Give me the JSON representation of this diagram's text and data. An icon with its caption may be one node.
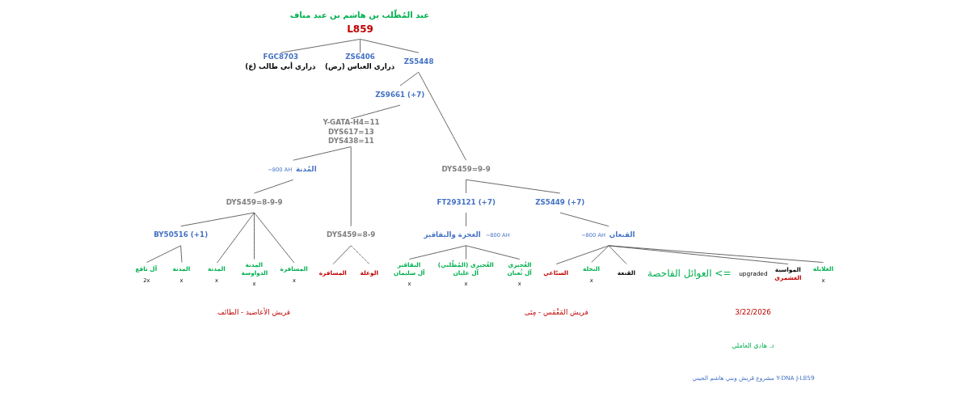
{
  "diagram": {
    "nodes": [
      {
        "text": [
          "L859"
        ],
        "beside": [
          "عبد المُطّلب بن هاشم بن عبد مناف"
        ]
      },
      {
        "text": [
          "FGC8703",
          "ذراري أبي طالب (ع)"
        ]
      },
      {
        "text": [
          "ZS6406",
          "ذراري العباس (رض)"
        ]
      },
      {
        "text": [
          "ZS5448"
        ]
      },
      {
        "text": [
          "DYS459=9-9"
        ]
      },
      {
        "text": [
          "ZS9661 (+7)"
        ]
      },
      {
        "text": [
          "FT293121 (+7)"
        ]
      },
      {
        "text": [
          "ZS5449 (+7)"
        ]
      },
      {
        "text": [
          "Y-GATA-H4=11",
          "DYS617=13",
          "DYS438=11"
        ]
      },
      {
        "text": [
          "المُدنة"
        ],
        "beside": [
          "~800 AH"
        ]
      },
      {
        "text": [
          "DYS459=8-9"
        ]
      },
      {
        "text": [
          "DYS459=8-9-9"
        ]
      },
      {
        "text": [
          "BY50516 (+1)"
        ]
      },
      {
        "text": [
          "الغجرة والبقاقير"
        ],
        "beside": [
          "~800 AH"
        ]
      },
      {
        "text": [
          "القنعان"
        ],
        "beside": [
          "~800 AH"
        ]
      },
      {
        "text": [
          "آل نافع"
        ],
        "beside": [
          "2x"
        ]
      },
      {
        "text": [
          "المدنة"
        ],
        "beside": [
          "x"
        ]
      },
      {
        "text": [
          "المدنة"
        ],
        "beside": [
          "x"
        ]
      },
      {
        "text": [
          "المدنة",
          "الدواوسة"
        ],
        "beside": [
          "x"
        ]
      },
      {
        "text": [
          "المسافرة"
        ],
        "beside": [
          "x"
        ]
      },
      {
        "text": [
          "المسافرة"
        ]
      },
      {
        "text": [
          "الوعلة"
        ]
      },
      {
        "text": [
          "البقاقير",
          "آل سليمان"
        ],
        "beside": [
          "x"
        ]
      },
      {
        "text": [
          "الغُجيري (المُطّلبي)",
          "آل عليان"
        ],
        "beside": [
          "x"
        ]
      },
      {
        "text": [
          "الغُجيري",
          "آل ثُعبان"
        ],
        "beside": [
          "x"
        ]
      },
      {
        "text": [
          "السبّاعي"
        ]
      },
      {
        "text": [
          "النخلة"
        ],
        "beside": [
          "x"
        ]
      },
      {
        "text": [
          "القنعة"
        ]
      },
      {
        "text": [
          "المواسية",
          "الغشمري"
        ]
      },
      {
        "text": [
          "الغلايلة"
        ],
        "beside": [
          "x"
        ]
      }
    ],
    "edges": [
      {
        "from": 0,
        "to": 1,
        "arrow": "none"
      },
      {
        "from": 0,
        "to": 2,
        "arrow": "none"
      },
      {
        "from": 0,
        "to": 3,
        "arrow": "none"
      },
      {
        "from": 3,
        "to": 5,
        "arrow": "none"
      },
      {
        "from": 3,
        "to": 4,
        "arrow": "none"
      },
      {
        "from": 4,
        "to": 6,
        "arrow": "none"
      },
      {
        "from": 4,
        "to": 7,
        "arrow": "none"
      },
      {
        "from": 5,
        "to": 8,
        "arrow": "none"
      },
      {
        "from": 8,
        "to": 9,
        "arrow": "none"
      },
      {
        "from": 8,
        "to": 10,
        "arrow": "none"
      },
      {
        "from": 9,
        "to": 11,
        "arrow": "none"
      },
      {
        "from": 11,
        "to": 12,
        "arrow": "none"
      },
      {
        "from": 12,
        "to": 15,
        "arrow": "none"
      },
      {
        "from": 12,
        "to": 16,
        "arrow": "none"
      },
      {
        "from": 11,
        "to": 17,
        "arrow": "none"
      },
      {
        "from": 11,
        "to": 18,
        "arrow": "none"
      },
      {
        "from": 11,
        "to": 19,
        "arrow": "none"
      },
      {
        "from": 10,
        "to": 20,
        "arrow": "none"
      },
      {
        "from": 10,
        "to": 21,
        "arrow": "none",
        "style": "dashed"
      },
      {
        "from": 6,
        "to": 13,
        "arrow": "none"
      },
      {
        "from": 13,
        "to": 22,
        "arrow": "none"
      },
      {
        "from": 13,
        "to": 23,
        "arrow": "none"
      },
      {
        "from": 13,
        "to": 24,
        "arrow": "none"
      },
      {
        "from": 7,
        "to": 14,
        "arrow": "none"
      },
      {
        "from": 14,
        "to": 25,
        "arrow": "none"
      },
      {
        "from": 14,
        "to": 26,
        "arrow": "none"
      },
      {
        "from": 14,
        "to": 27,
        "arrow": "none"
      },
      {
        "from": 14,
        "to": 28,
        "arrow": "none"
      },
      {
        "from": 14,
        "to": 29,
        "arrow": "none"
      }
    ],
    "labels": [
      "العوائل الفاحصة <=",
      "upgraded",
      "قريش الأعاضيد - الطائف",
      "قريش المَغْمَس - مِنَى",
      "3/22/2026",
      "د. هادي العاملي",
      "مشروع قريش وبني هاشم الجيني Y-DNA J-L859"
    ]
  }
}
